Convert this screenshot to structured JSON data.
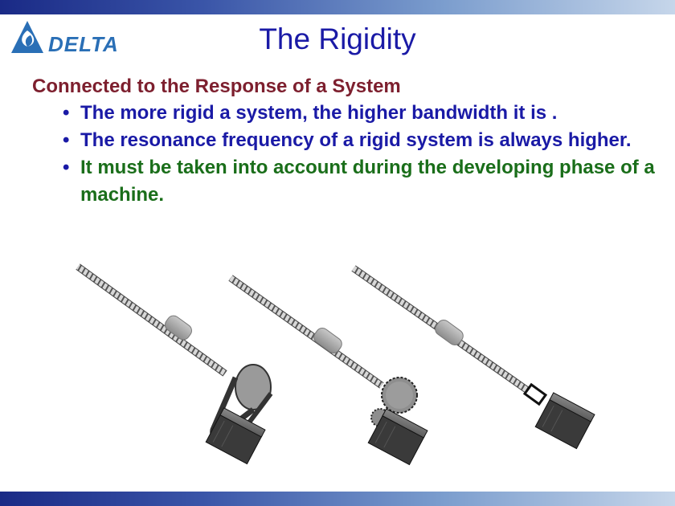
{
  "brand": {
    "name": "DELTA",
    "colors": {
      "bar_dark": "#1a2a86",
      "bar_light": "#c6d6ea",
      "logo_blue": "#2a6fb6"
    }
  },
  "slide": {
    "title": "The Rigidity",
    "heading": "Connected to the Response of a System",
    "bullets": [
      {
        "text": "The more rigid a system, the higher bandwidth it is .",
        "color": "#1a1aa6"
      },
      {
        "text": "The resonance frequency of a rigid system is always higher.",
        "color": "#1a1aa6"
      },
      {
        "text": "It must be taken into account during the developing phase of a machine.",
        "color": "#1a6e1a"
      }
    ],
    "bullet_symbol": "•"
  },
  "illustration": {
    "drives": [
      {
        "name": "belt-drive",
        "icon": "belt-pulley-motor"
      },
      {
        "name": "gear-drive",
        "icon": "gear-motor"
      },
      {
        "name": "direct-coupling",
        "icon": "coupling-motor"
      }
    ]
  }
}
